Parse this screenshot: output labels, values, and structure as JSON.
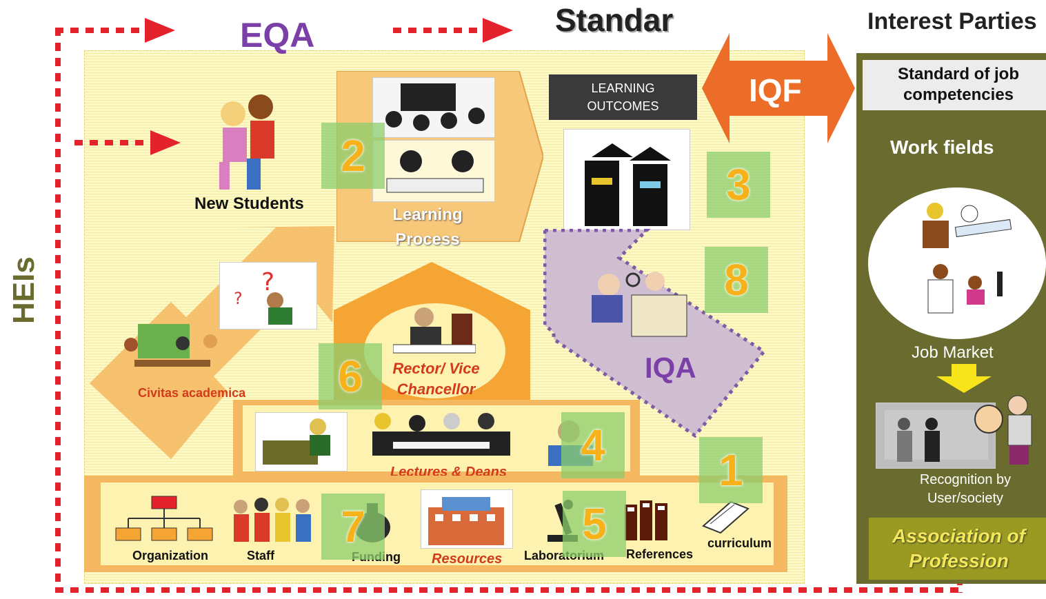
{
  "titles": {
    "eqa": "EQA",
    "standar": "Standar",
    "interest_parties": "Interest Parties",
    "heis": "HEIs",
    "iqf": "IQF",
    "iqa": "IQA"
  },
  "nodes": {
    "new_students": "New Students",
    "learning_process": "Learning Process",
    "learning_outcomes": "LEARNING OUTCOMES",
    "civitas_academica": "Civitas academica",
    "rector": "Rector/ Vice Chancellor",
    "lectures_deans": "Lectures & Deans",
    "organization": "Organization",
    "staff": "Staff",
    "funding": "Funding",
    "resources": "Resources",
    "laboratorium": "Laboratorium",
    "references": "References",
    "curriculum": "curriculum"
  },
  "numbers": [
    "2",
    "3",
    "8",
    "6",
    "4",
    "1",
    "7",
    "5"
  ],
  "right_panel": {
    "standard_jobs": "Standard of job competencies",
    "work_fields": "Work fields",
    "job_market": "Job Market",
    "recognition": "Recognition by User/society",
    "association": "Association of Profession"
  },
  "colors": {
    "eqa": "#7b3fa8",
    "iqf_arrow": "#ec6d27",
    "iqa_arrow": "#c9b6d6",
    "dotted_red": "#e3222b",
    "right_panel": "#6a6b2e",
    "number_box": "#8ccd6e",
    "number_text": "#f7b21b"
  }
}
